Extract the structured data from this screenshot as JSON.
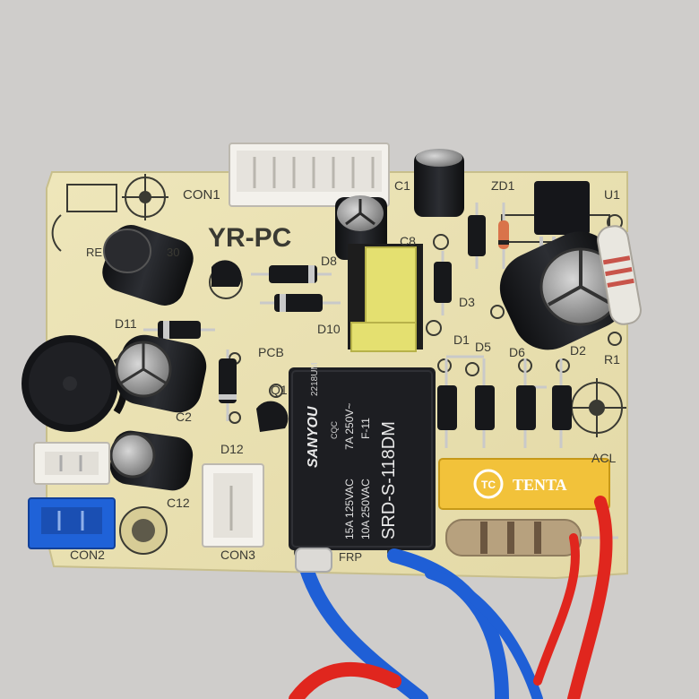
{
  "board": {
    "model_text": "YR-PC",
    "labels": {
      "con1": "CON1",
      "c1": "C1",
      "zd1": "ZD1",
      "u1": "U1",
      "c8": "C8",
      "d8": "D8",
      "d3": "D3",
      "d10": "D10",
      "d11": "D11",
      "pcb": "PCB",
      "q1": "Q1",
      "c2": "C2",
      "c12": "C12",
      "d12": "D12",
      "d1": "D1",
      "d5": "D5",
      "d6": "D6",
      "d2": "D2",
      "r1": "R1",
      "acl": "ACL",
      "con2": "CON2",
      "con3": "CON3",
      "frp": "FRP",
      "re": "RE",
      "num30": "30"
    }
  },
  "relay": {
    "brand": "SANYOU",
    "date_code": "2218UM",
    "rating_1": "15A 125VAC",
    "rating_2": "10A 250VAC",
    "rating_3": "7A 250V~",
    "rating_4": "F-11",
    "model": "SRD-S-118DM",
    "cert_cqc": "CQC"
  },
  "capacitor_x2": {
    "brand": "TENTA"
  },
  "colors": {
    "background": "#cfcdcb",
    "pcb": "#ece4b6",
    "relay": "#1d1e22",
    "capacitor_x2": "#f2c23a",
    "wire_blue": "#1f5fd6",
    "wire_red": "#e0261e",
    "transformer": "#e4e070",
    "connector_blue": "#1f62d8"
  }
}
